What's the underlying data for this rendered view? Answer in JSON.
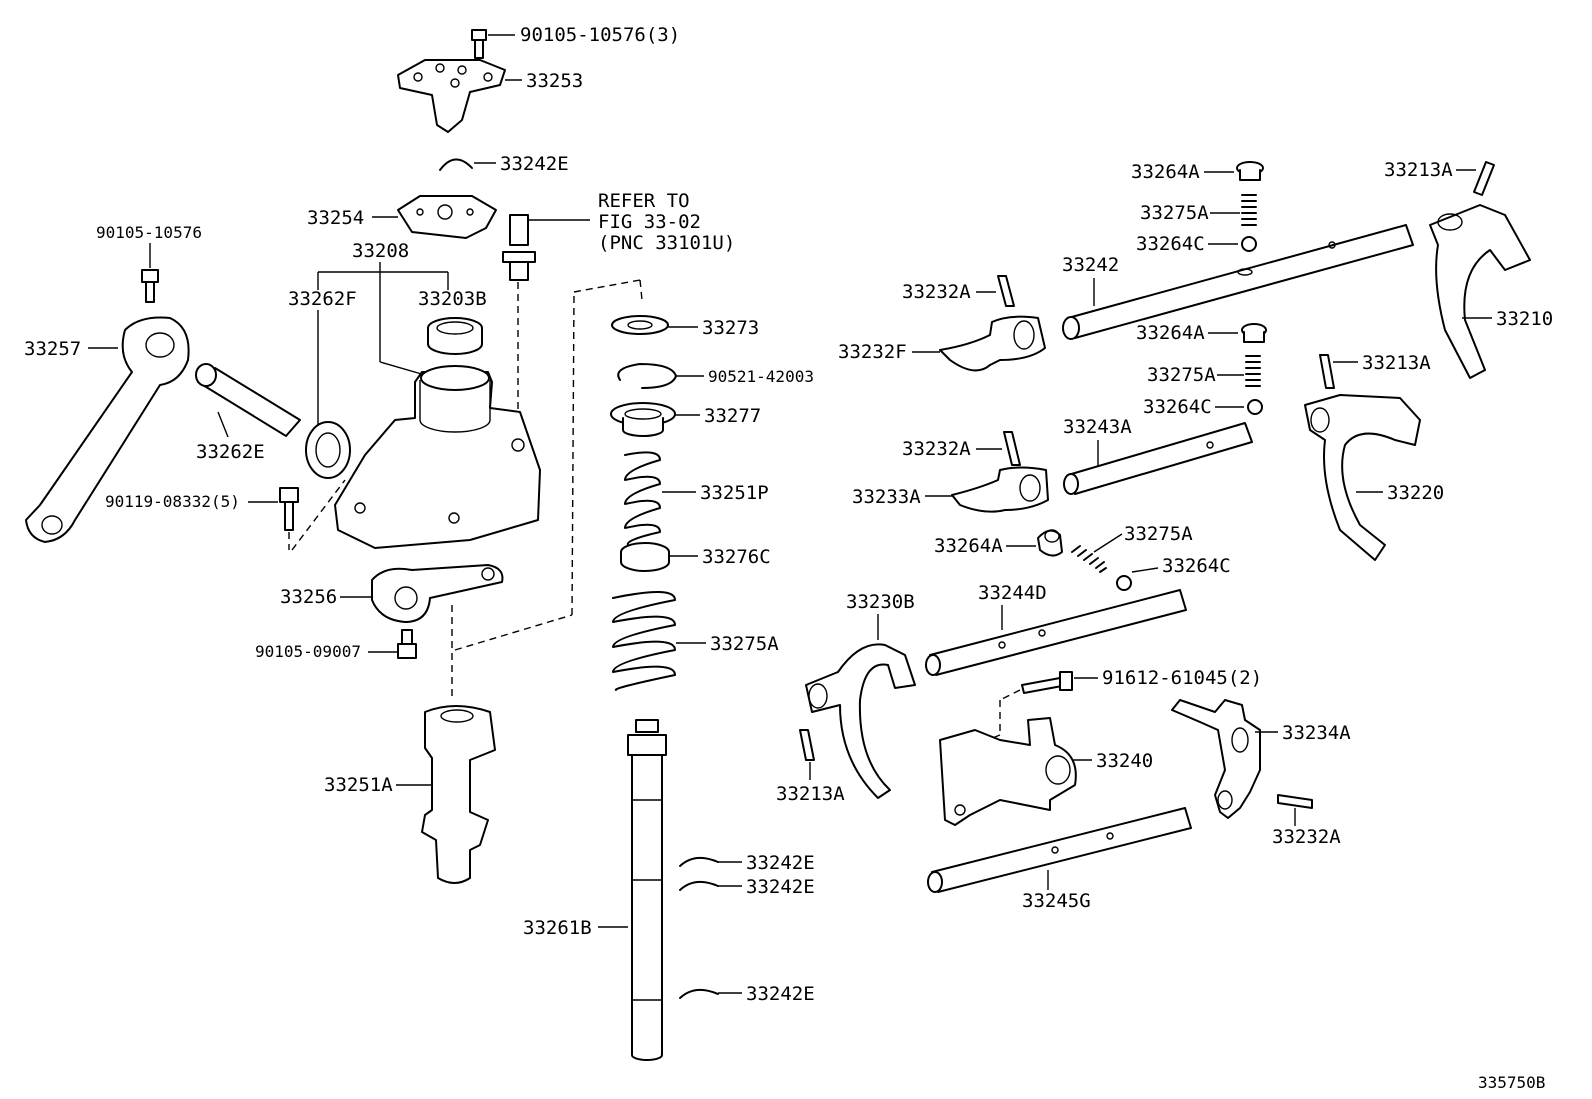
{
  "figure_id": "335750B",
  "refer_note": [
    "REFER TO",
    "FIG 33-02",
    "(PNC 33101U)"
  ],
  "labels": {
    "p90105_10576_3": "90105-10576(3)",
    "p33253": "33253",
    "p33242E_top": "33242E",
    "p33254": "33254",
    "p33208": "33208",
    "p33262F": "33262F",
    "p33203B": "33203B",
    "p90105_10576": "90105-10576",
    "p33257": "33257",
    "p33262E": "33262E",
    "p90119_08332_5": "90119-08332(5)",
    "p33256": "33256",
    "p90105_09007": "90105-09007",
    "p33251A": "33251A",
    "p33273": "33273",
    "p90521_42003": "90521-42003",
    "p33277": "33277",
    "p33251P": "33251P",
    "p33276C": "33276C",
    "p33275A_mid": "33275A",
    "p33242E_a": "33242E",
    "p33242E_b": "33242E",
    "p33261B": "33261B",
    "p33242E_c": "33242E",
    "p33264A_1": "33264A",
    "p33275A_1": "33275A",
    "p33264C_1": "33264C",
    "p33213A_1": "33213A",
    "p33242": "33242",
    "p33232A_1": "33232A",
    "p33232F": "33232F",
    "p33210": "33210",
    "p33264A_2": "33264A",
    "p33275A_2": "33275A",
    "p33264C_2": "33264C",
    "p33213A_2": "33213A",
    "p33243A": "33243A",
    "p33232A_2": "33232A",
    "p33233A": "33233A",
    "p33220": "33220",
    "p33264A_3": "33264A",
    "p33275A_3": "33275A",
    "p33264C_3": "33264C",
    "p33230B": "33230B",
    "p33244D": "33244D",
    "p91612_61045_2": "91612-61045(2)",
    "p33234A": "33234A",
    "p33240": "33240",
    "p33213A_3": "33213A",
    "p33232A_3": "33232A",
    "p33245G": "33245G"
  }
}
